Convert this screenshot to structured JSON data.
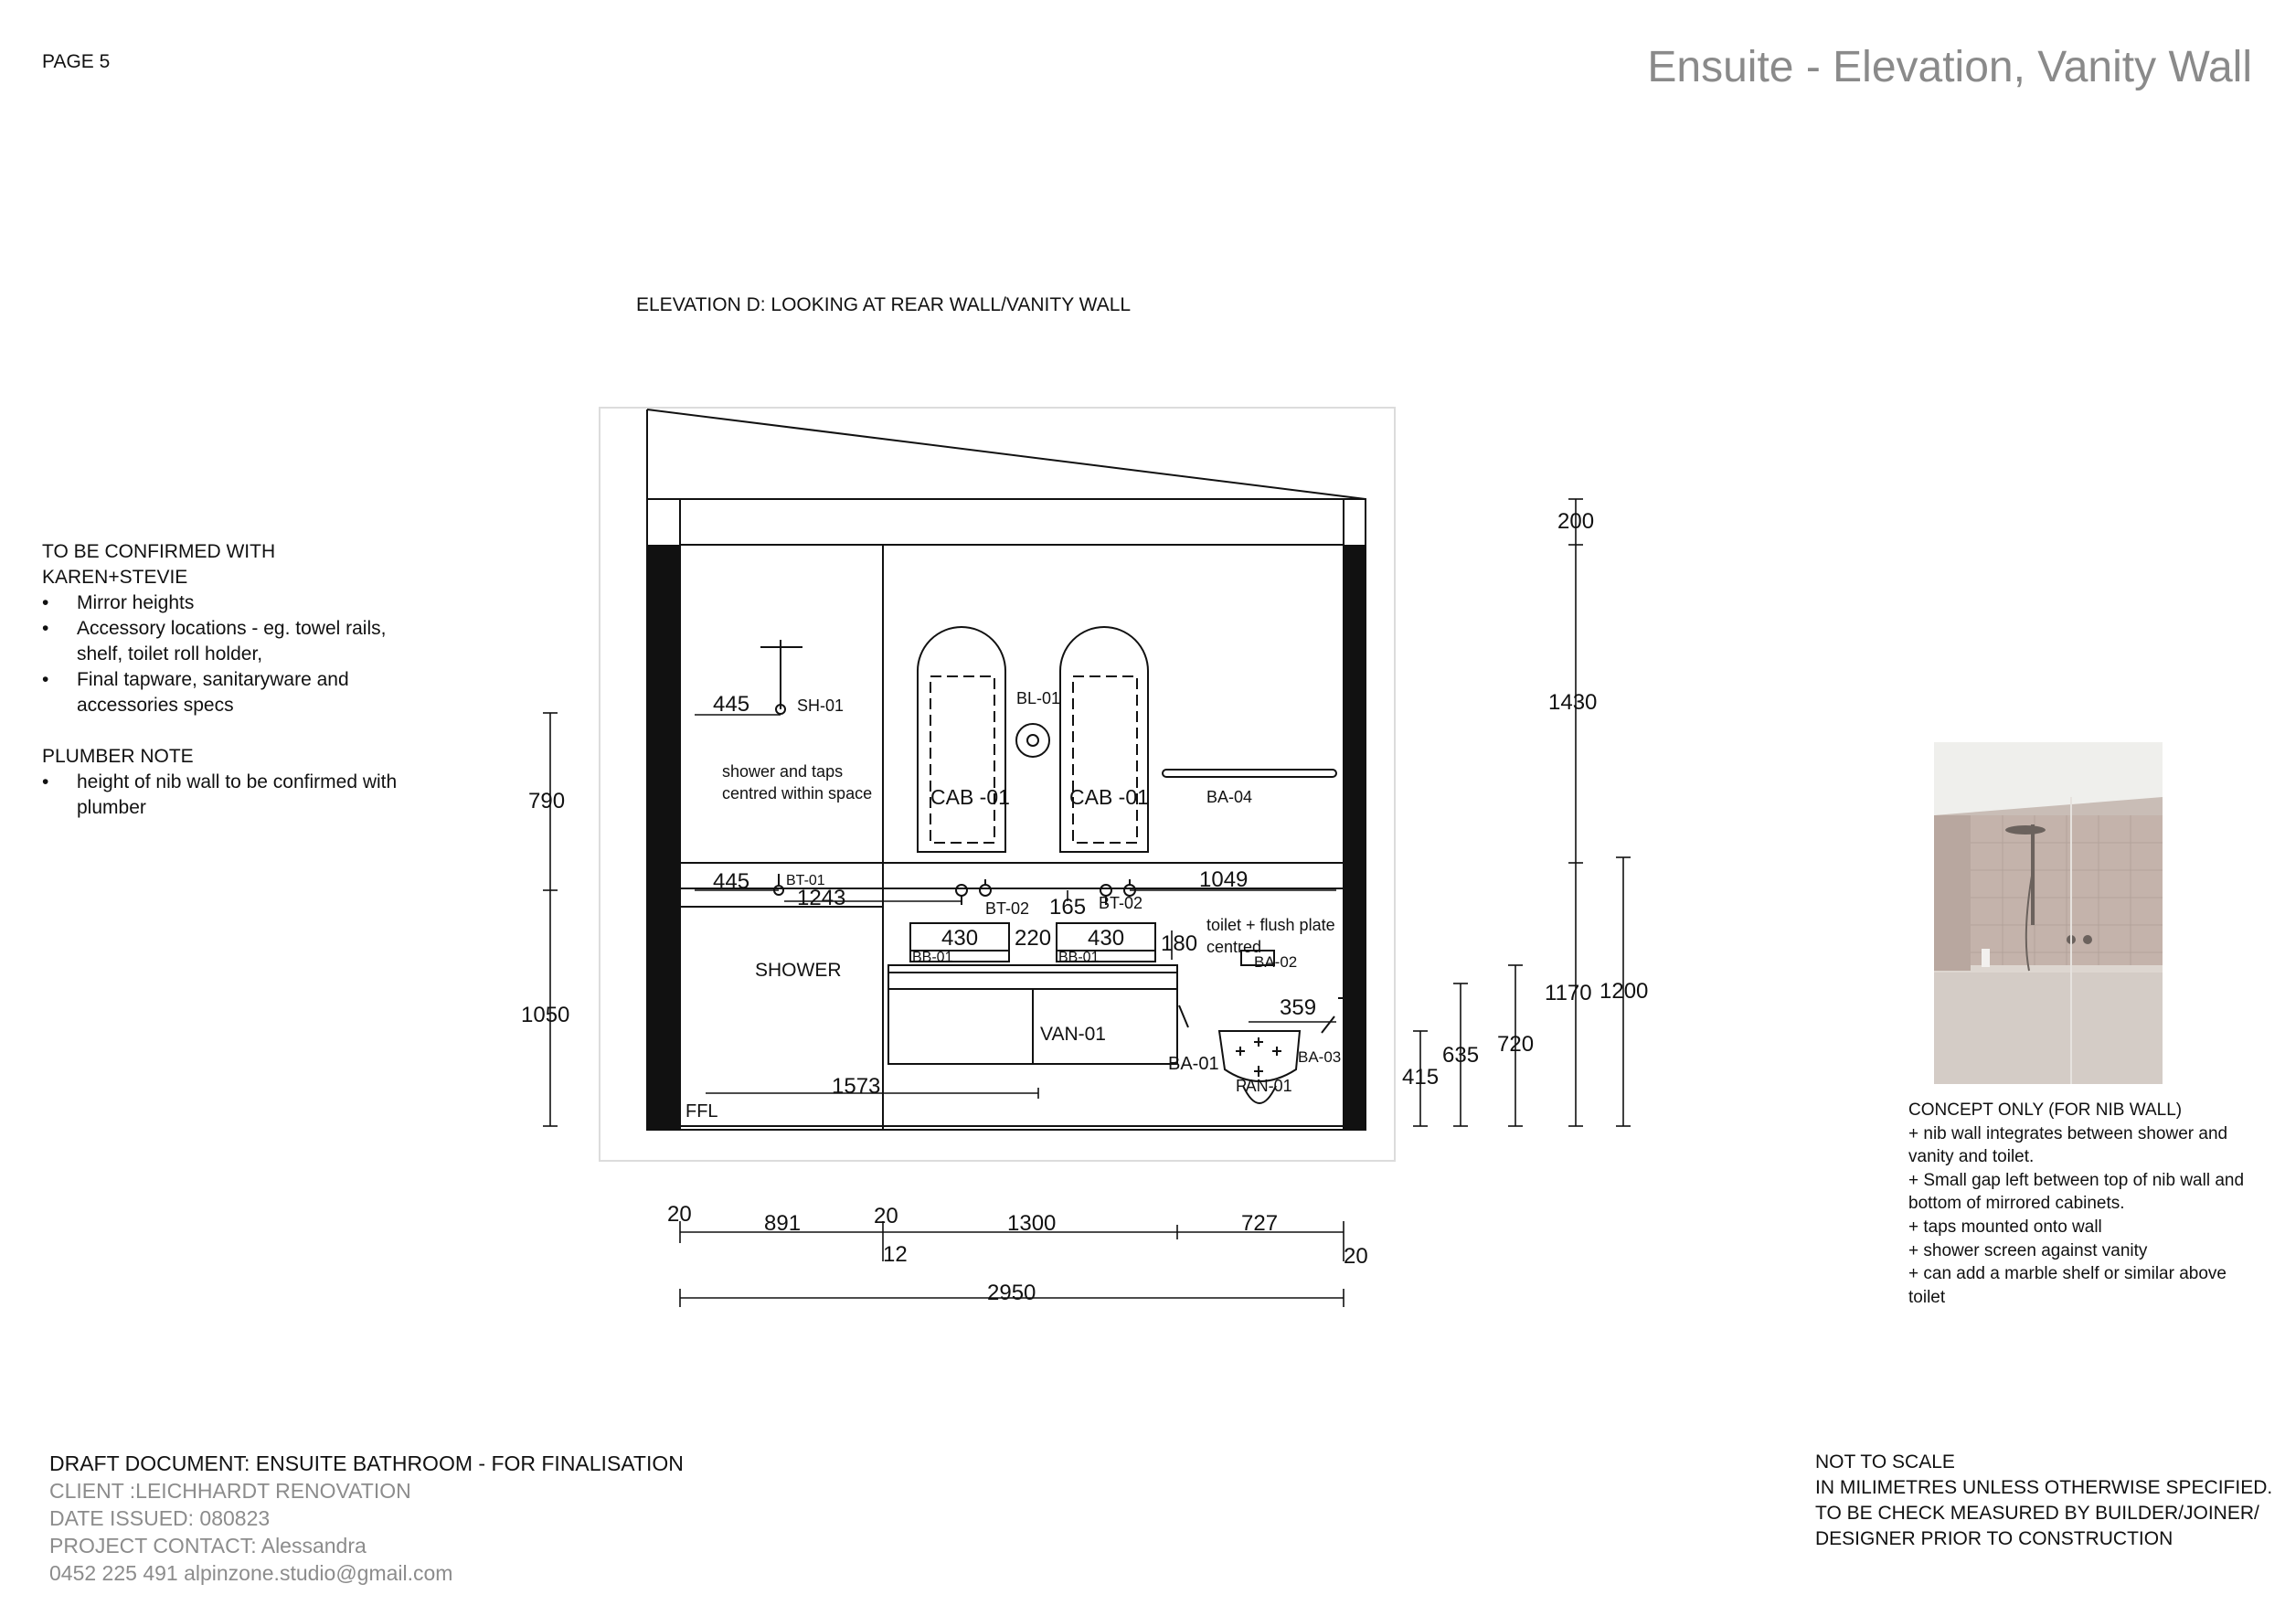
{
  "header": {
    "page_number": "PAGE 5",
    "title": "Ensuite - Elevation, Vanity Wall"
  },
  "elevation": {
    "label": "ELEVATION D: LOOKING AT REAR WALL/VANITY WALL",
    "labels": {
      "sh01": "SH-01",
      "bl01": "BL-01",
      "cab01_left": "CAB -01",
      "cab01_right": "CAB -01",
      "ba04": "BA-04",
      "bt01": "BT-01",
      "bt02_left": "BT-02",
      "bt02_right": "BT-02",
      "bb01_left": "BB-01",
      "bb01_right": "BB-01",
      "van01": "VAN-01",
      "ba01": "BA-01",
      "ba02": "BA-02",
      "ba03": "BA-03",
      "pan01": "PAN-01",
      "ffl": "FFL",
      "shower": "SHOWER",
      "shower_note_1": "shower and taps",
      "shower_note_2": "centred within space",
      "toilet_note_1": "toilet + flush plate",
      "toilet_note_2": "centred"
    },
    "dimensions": {
      "d445_top": "445",
      "d445_mid": "445",
      "d1243": "1243",
      "d1049": "1049",
      "d165": "165",
      "d430_left": "430",
      "d220": "220",
      "d430_right": "430",
      "d180": "180",
      "d359": "359",
      "d1573": "1573",
      "d790": "790",
      "d1050": "1050",
      "d200": "200",
      "d1430": "1430",
      "d1170": "1170",
      "d1200": "1200",
      "d720": "720",
      "d635": "635",
      "d415": "415",
      "b20_a": "20",
      "b891": "891",
      "b20_b": "20",
      "b1300": "1300",
      "b727": "727",
      "b12": "12",
      "b20_c": "20",
      "b2950": "2950"
    }
  },
  "notes": {
    "confirm_heading": "TO BE CONFIRMED WITH KAREN+STEVIE",
    "confirm_items": [
      "Mirror heights",
      "Accessory locations - eg. towel rails, shelf, toilet roll holder,",
      "Final tapware, sanitaryware and accessories specs"
    ],
    "plumber_heading": "PLUMBER NOTE",
    "plumber_items": [
      "height of nib wall to be confirmed with plumber"
    ]
  },
  "concept": {
    "lines": [
      "CONCEPT ONLY (FOR NIB WALL)",
      "+ nib wall integrates between shower and vanity and toilet.",
      "+ Small gap left between top of nib wall and bottom of mirrored cabinets.",
      "+ taps mounted onto wall",
      "+ shower screen against vanity",
      "+ can add a marble shelf or similar above toilet"
    ]
  },
  "footer": {
    "draft_title": "DRAFT DOCUMENT: ENSUITE BATHROOM - FOR FINALISATION",
    "client": "CLIENT :LEICHHARDT RENOVATION",
    "date_issued": "DATE ISSUED: 080823",
    "contact": "PROJECT CONTACT: Alessandra",
    "phone_email": "0452 225 491  alpinzone.studio@gmail.com",
    "scale_lines": [
      "NOT TO SCALE",
      "IN MILIMETRES UNLESS OTHERWISE SPECIFIED.",
      "TO BE CHECK MEASURED BY BUILDER/JOINER/",
      "DESIGNER PRIOR TO CONSTRUCTION"
    ]
  }
}
